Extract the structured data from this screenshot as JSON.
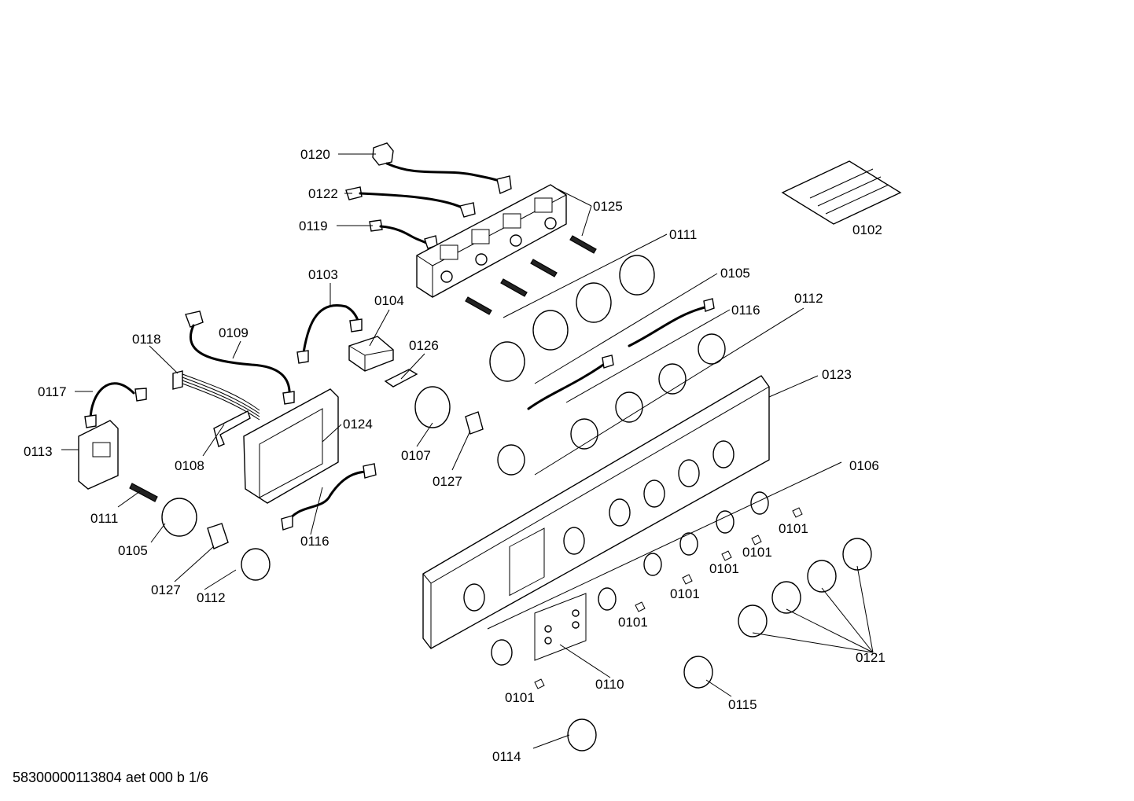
{
  "document_code": "58300000113804 aet 000 b 1/6",
  "labels": [
    {
      "id": "0120",
      "text": "0120"
    },
    {
      "id": "0122",
      "text": "0122"
    },
    {
      "id": "0119",
      "text": "0119"
    },
    {
      "id": "0125",
      "text": "0125"
    },
    {
      "id": "0111a",
      "text": "0111"
    },
    {
      "id": "0102",
      "text": "0102"
    },
    {
      "id": "0105a",
      "text": "0105"
    },
    {
      "id": "0103",
      "text": "0103"
    },
    {
      "id": "0104",
      "text": "0104"
    },
    {
      "id": "0116a",
      "text": "0116"
    },
    {
      "id": "0112a",
      "text": "0112"
    },
    {
      "id": "0109",
      "text": "0109"
    },
    {
      "id": "0118",
      "text": "0118"
    },
    {
      "id": "0126",
      "text": "0126"
    },
    {
      "id": "0123",
      "text": "0123"
    },
    {
      "id": "0117",
      "text": "0117"
    },
    {
      "id": "0124",
      "text": "0124"
    },
    {
      "id": "0113",
      "text": "0113"
    },
    {
      "id": "0108",
      "text": "0108"
    },
    {
      "id": "0107",
      "text": "0107"
    },
    {
      "id": "0127a",
      "text": "0127"
    },
    {
      "id": "0106",
      "text": "0106"
    },
    {
      "id": "0111b",
      "text": "0111"
    },
    {
      "id": "0101a",
      "text": "0101"
    },
    {
      "id": "0116b",
      "text": "0116"
    },
    {
      "id": "0105b",
      "text": "0105"
    },
    {
      "id": "0101b",
      "text": "0101"
    },
    {
      "id": "0101c",
      "text": "0101"
    },
    {
      "id": "0127b",
      "text": "0127"
    },
    {
      "id": "0112b",
      "text": "0112"
    },
    {
      "id": "0101d",
      "text": "0101"
    },
    {
      "id": "0101e",
      "text": "0101"
    },
    {
      "id": "0121",
      "text": "0121"
    },
    {
      "id": "0110",
      "text": "0110"
    },
    {
      "id": "0101f",
      "text": "0101"
    },
    {
      "id": "0115",
      "text": "0115"
    },
    {
      "id": "0114",
      "text": "0114"
    }
  ]
}
